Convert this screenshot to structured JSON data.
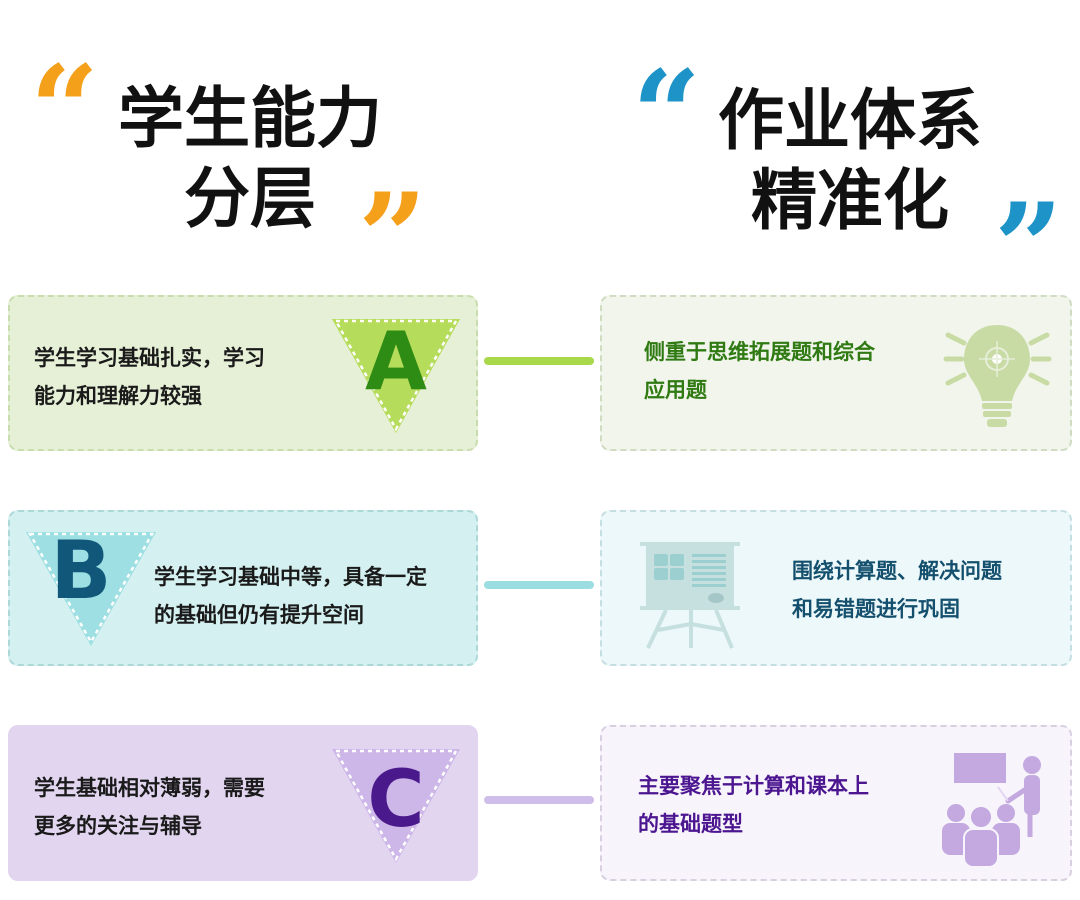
{
  "left_title": {
    "line1": "学生能力",
    "line2": "分层",
    "open_quote": "“",
    "close_quote": "”",
    "quote_color": "#F5A01A"
  },
  "right_title": {
    "line1": "作业体系",
    "line2": "精准化",
    "open_quote": "“",
    "close_quote": "”",
    "quote_color": "#1E93C8"
  },
  "rows": [
    {
      "level": "A",
      "student_text_line1": "学生学习基础扎实，学习",
      "student_text_line2": "能力和理解力较强",
      "homework_text_line1": "侧重于思维拓展题和综合",
      "homework_text_line2": "应用题",
      "homework_icon": "lightbulb-icon",
      "colors": {
        "card_bg": "#E6F0D6",
        "triangle": "#B5DC5A",
        "letter": "#2E8B14",
        "connector": "#A9D84A",
        "homework_bg": "#F1F5EC",
        "homework_text": "#2F7A12",
        "icon": "#C9DBA4"
      }
    },
    {
      "level": "B",
      "student_text_line1": "学生学习基础中等，具备一定",
      "student_text_line2": "的基础但仍有提升空间",
      "homework_text_line1": "围绕计算题、解决问题",
      "homework_text_line2": "和易错题进行巩固",
      "homework_icon": "presentation-board-icon",
      "colors": {
        "card_bg": "#D4F0F0",
        "triangle": "#9DDFE2",
        "letter": "#11577A",
        "connector": "#9BDDE0",
        "homework_bg": "#EDF8FA",
        "homework_text": "#14506E",
        "icon": "#B8DCDC"
      }
    },
    {
      "level": "C",
      "student_text_line1": "学生基础相对薄弱，需要",
      "student_text_line2": "更多的关注与辅导",
      "homework_text_line1": "主要聚焦于计算和课本上",
      "homework_text_line2": "的基础题型",
      "homework_icon": "teacher-class-icon",
      "colors": {
        "card_bg": "#E2D5F0",
        "triangle": "#CDB6E8",
        "letter": "#4A1A8C",
        "connector": "#D0BEEA",
        "homework_bg": "#F8F4FC",
        "homework_text": "#4B1690",
        "icon": "#C3A9E0"
      }
    }
  ]
}
